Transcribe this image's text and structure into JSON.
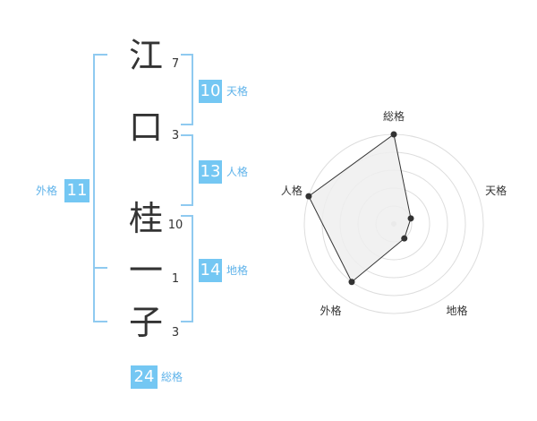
{
  "name_chars": [
    {
      "char": "江",
      "strokes": "7"
    },
    {
      "char": "口",
      "strokes": "3"
    },
    {
      "char": "桂",
      "strokes": "10"
    },
    {
      "char": "一",
      "strokes": "1"
    },
    {
      "char": "子",
      "strokes": "3"
    }
  ],
  "fortunes": {
    "tenkaku": {
      "value": "10",
      "label": "天格"
    },
    "jinkaku": {
      "value": "13",
      "label": "人格"
    },
    "chikaku": {
      "value": "14",
      "label": "地格"
    },
    "gaikaku": {
      "value": "11",
      "label": "外格"
    },
    "soukaku": {
      "value": "24",
      "label": "総格"
    }
  },
  "chart_data": {
    "type": "radar",
    "axes": [
      "総格",
      "天格",
      "地格",
      "外格",
      "人格"
    ],
    "values": [
      5,
      1,
      1,
      4,
      5
    ],
    "rmax": 5,
    "rings": 5,
    "grid": true,
    "colors": {
      "fill": "#efefef",
      "stroke": "#333333",
      "grid": "#dddddd",
      "point": "#333333"
    }
  }
}
